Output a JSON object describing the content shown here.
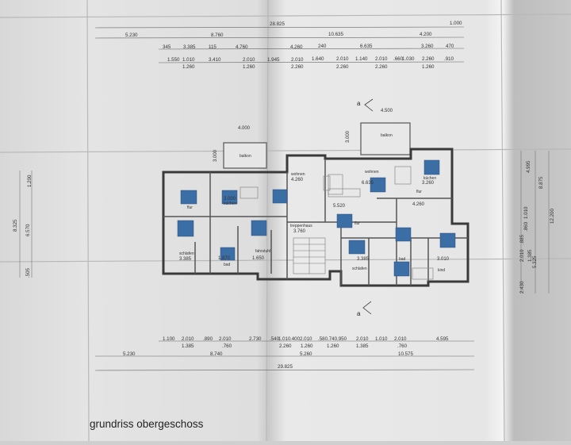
{
  "title": "grundriss obergeschoss",
  "section_marker": "a",
  "dimensions": {
    "top": {
      "total": "28.825",
      "overhang": "1.000",
      "row2": [
        "5.230",
        "8.760",
        "10.635",
        "4.200"
      ],
      "row3": [
        "345",
        "3.385",
        "115",
        "4.760",
        "4.260",
        "240",
        "6.635",
        "3.260",
        "470"
      ],
      "row4_upper": [
        "1.550",
        "1.010",
        "3.410",
        "2.010",
        "1.945",
        "2.010",
        "1.640",
        "2.010",
        "1.140",
        "2.010",
        ".660",
        "1.030",
        "2.260",
        ".910"
      ],
      "row4_lower": [
        "1.260",
        "1.260",
        "2.260",
        "2.260",
        "2.260",
        "1.260"
      ]
    },
    "bottom": {
      "row1_upper": [
        "1.100",
        "2.010",
        ".890",
        "2.010",
        "2.730",
        ".540",
        "1.010",
        ".400",
        "2.010",
        ".580",
        ".740",
        ".950",
        "2.010",
        "1.010",
        "2.010",
        "4.595"
      ],
      "row1_lower": [
        "1.385",
        ".760",
        "2.260",
        "1.260",
        "1.260",
        "1.385",
        ".760"
      ],
      "row2": [
        "5.230",
        "8.740",
        "5.260",
        "10.575"
      ],
      "total": "29.825"
    },
    "left": [
      "1.200",
      "8.325",
      "6.570",
      ".505"
    ],
    "right": [
      "4.995",
      "8.875",
      "12.200",
      "2.010",
      ".885",
      ".860",
      "1.010",
      "1.385",
      "5.325",
      "2.430"
    ]
  },
  "rooms": {
    "balkon_left": {
      "label": "balkon",
      "width": "4.000",
      "depth": "3.000"
    },
    "balkon_right": {
      "label": "balkon",
      "width": "4.500",
      "depth": "3.000"
    },
    "flur_left": {
      "label": "flur"
    },
    "kuechen_left": {
      "label": "küchen",
      "dim": "3.000"
    },
    "wohnen_left": {
      "label": "wohnen",
      "dim": "4.260"
    },
    "treppenhaus": {
      "label": "treppenhaus",
      "dim": "3.760"
    },
    "fahrstuhl": {
      "label": "fahrstuhl",
      "dim": "1.650"
    },
    "schlafen_left": {
      "label": "schlafen",
      "dim": "3.385"
    },
    "bad_left": {
      "label": "bad",
      "dim": "1.870"
    },
    "wohnen_right": {
      "label": "wohnen",
      "dim": "6.635"
    },
    "kuechen_right": {
      "label": "küchen",
      "dim": "3.260"
    },
    "flur_right": {
      "label": "flur",
      "dim": "4.260"
    },
    "flur_mid": {
      "label": "flur",
      "dim": "5.520"
    },
    "schlafen_right": {
      "label": "schlafen",
      "dim": "3.385"
    },
    "bad_right": {
      "label": "bad"
    },
    "kind": {
      "label": "kind",
      "dim": "3.010"
    }
  },
  "colors": {
    "paper": "#dcdcdc",
    "wall": "#444444",
    "skylight": "#3c6ea6"
  }
}
